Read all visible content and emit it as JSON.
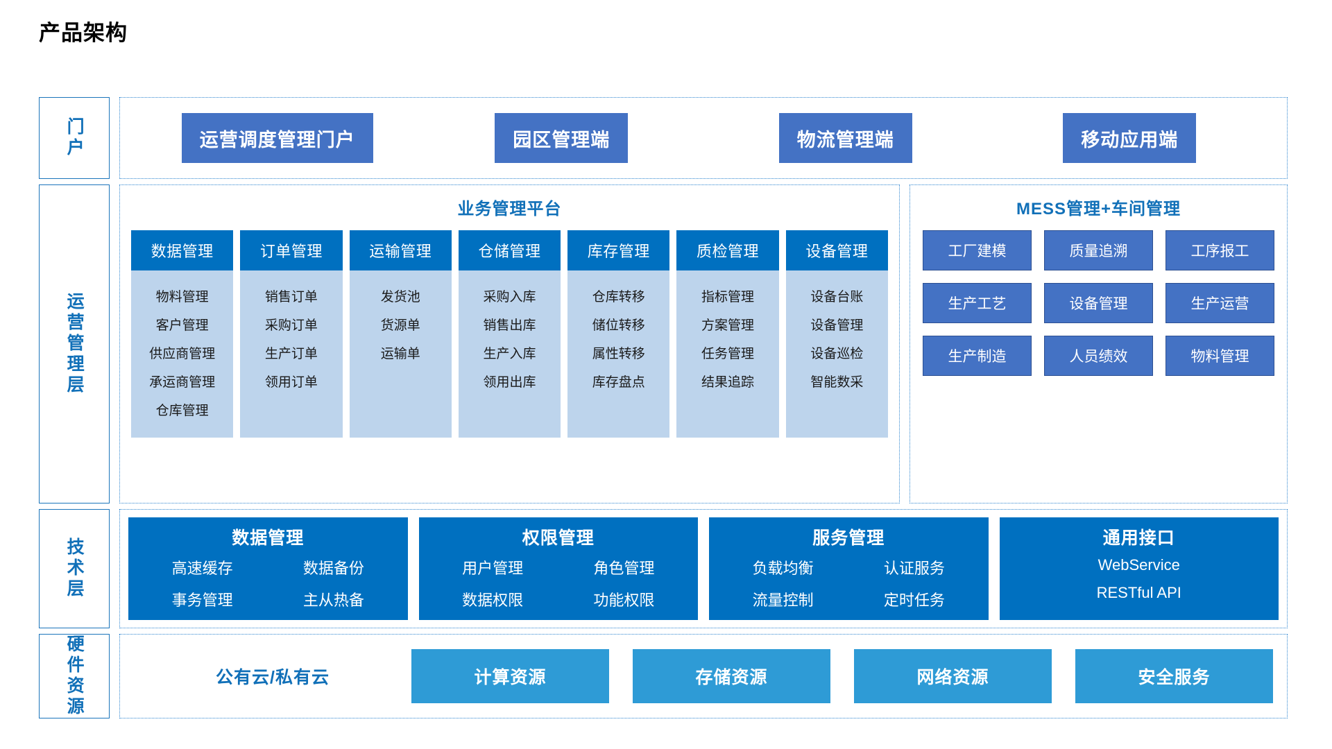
{
  "title": "产品架构",
  "colors": {
    "portal_box": "#4472c4",
    "panel_title": "#1170b8",
    "column_head": "#0070c0",
    "column_body": "#bdd4ec",
    "mess_tile": "#4472c4",
    "tech_box": "#0070c0",
    "hw_tile": "#2e9bd6",
    "border_dotted": "#2f86d0"
  },
  "layers": [
    {
      "label": "门户"
    },
    {
      "label": "运营管理层"
    },
    {
      "label": "技术层"
    },
    {
      "label": "硬件资源"
    }
  ],
  "portal": {
    "items": [
      {
        "label": "运营调度管理门户"
      },
      {
        "label": "园区管理端"
      },
      {
        "label": "物流管理端"
      },
      {
        "label": "移动应用端"
      }
    ]
  },
  "business_platform": {
    "title": "业务管理平台",
    "columns": [
      {
        "head": "数据管理",
        "items": [
          "物料管理",
          "客户管理",
          "供应商管理",
          "承运商管理",
          "仓库管理"
        ]
      },
      {
        "head": "订单管理",
        "items": [
          "销售订单",
          "采购订单",
          "生产订单",
          "领用订单"
        ]
      },
      {
        "head": "运输管理",
        "items": [
          "发货池",
          "货源单",
          "运输单"
        ]
      },
      {
        "head": "仓储管理",
        "items": [
          "采购入库",
          "销售出库",
          "生产入库",
          "领用出库"
        ]
      },
      {
        "head": "库存管理",
        "items": [
          "仓库转移",
          "储位转移",
          "属性转移",
          "库存盘点"
        ]
      },
      {
        "head": "质检管理",
        "items": [
          "指标管理",
          "方案管理",
          "任务管理",
          "结果追踪"
        ]
      },
      {
        "head": "设备管理",
        "items": [
          "设备台账",
          "设备管理",
          "设备巡检",
          "智能数采"
        ]
      }
    ]
  },
  "mess_panel": {
    "title": "MESS管理+车间管理",
    "tiles": [
      {
        "label": "工厂建模"
      },
      {
        "label": "质量追溯"
      },
      {
        "label": "工序报工"
      },
      {
        "label": "生产工艺"
      },
      {
        "label": "设备管理"
      },
      {
        "label": "生产运营"
      },
      {
        "label": "生产制造"
      },
      {
        "label": "人员绩效"
      },
      {
        "label": "物料管理"
      }
    ]
  },
  "tech_layer": {
    "boxes": [
      {
        "title": "数据管理",
        "cols": 2,
        "items": [
          "高速缓存",
          "数据备份",
          "事务管理",
          "主从热备"
        ]
      },
      {
        "title": "权限管理",
        "cols": 2,
        "items": [
          "用户管理",
          "角色管理",
          "数据权限",
          "功能权限"
        ]
      },
      {
        "title": "服务管理",
        "cols": 2,
        "items": [
          "负载均衡",
          "认证服务",
          "流量控制",
          "定时任务"
        ]
      },
      {
        "title": "通用接口",
        "cols": 1,
        "items": [
          "WebService",
          "RESTful API"
        ]
      }
    ]
  },
  "hardware": {
    "cloud_label": "公有云/私有云",
    "tiles": [
      {
        "label": "计算资源"
      },
      {
        "label": "存储资源"
      },
      {
        "label": "网络资源"
      },
      {
        "label": "安全服务"
      }
    ]
  }
}
